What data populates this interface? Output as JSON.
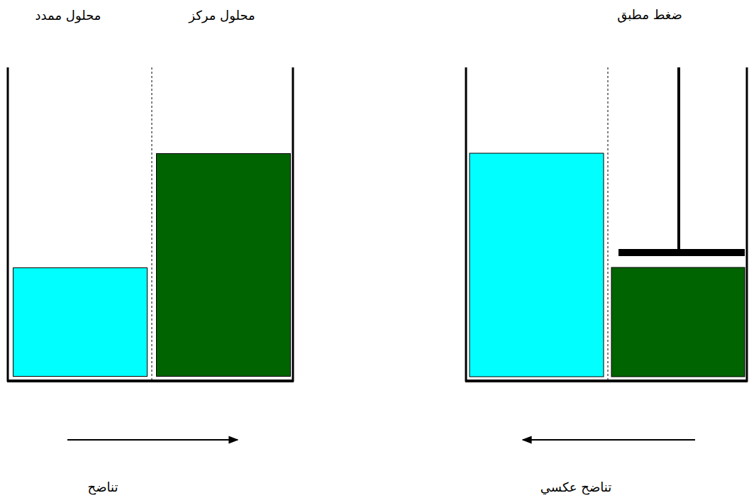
{
  "diagram": {
    "nodes": [
      {
        "text": [
          "محلول ممدد"
        ]
      },
      {
        "text": [
          "محلول مركز"
        ]
      }
    ],
    "labels": [
      "ضغط مطبق",
      "تناضح",
      "تناضح عكسي"
    ]
  }
}
